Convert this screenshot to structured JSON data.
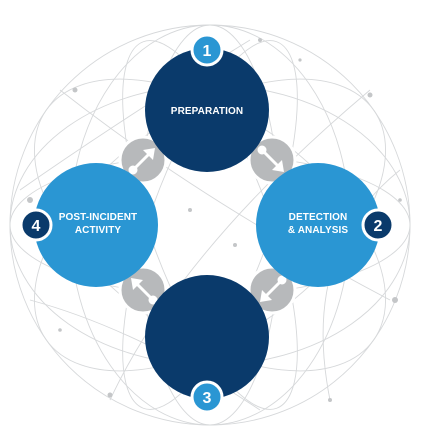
{
  "diagram": {
    "colors": {
      "dark_blue": "#0a3a6b",
      "light_blue": "#2a96d3",
      "connector_gray": "#b7b9bb",
      "globe_lines": "#cfd1d3",
      "badge_ring": "#ffffff"
    },
    "phases": [
      {
        "number": "1",
        "label_lines": [
          "PREPARATION"
        ],
        "color": "#0a3a6b"
      },
      {
        "number": "2",
        "label_lines": [
          "DETECTION",
          "& ANALYSIS"
        ],
        "color": "#2a96d3"
      },
      {
        "number": "3",
        "label_lines": [],
        "color": "#0a3a6b"
      },
      {
        "number": "4",
        "label_lines": [
          "POST-INCIDENT",
          "ACTIVITY"
        ],
        "color": "#2a96d3"
      }
    ],
    "connectors": [
      {
        "icon": "arrow-up-right-icon"
      },
      {
        "icon": "arrow-down-right-icon"
      },
      {
        "icon": "arrow-down-left-icon"
      },
      {
        "icon": "arrow-up-left-icon"
      }
    ]
  }
}
